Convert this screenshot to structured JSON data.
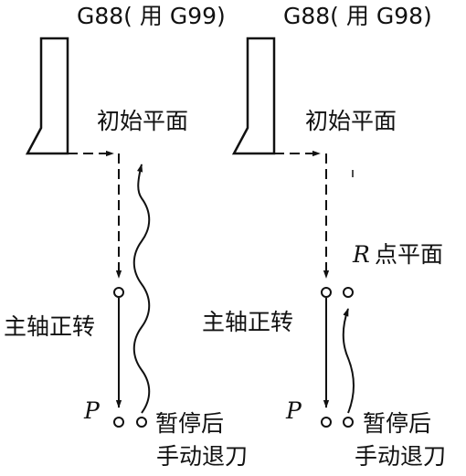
{
  "left_cycle": {
    "heading": "G88( 用 G99)",
    "initial_plane": "初始平面",
    "spindle_cw": "主轴正转",
    "point_p": "P",
    "after_dwell": "暂停后",
    "manual_retract": "手动退刀"
  },
  "right_cycle": {
    "heading": "G88( 用 G98)",
    "initial_plane": "初始平面",
    "r_letter": "R",
    "r_plane": "点平面",
    "spindle_cw": "主轴正转",
    "point_p": "P",
    "after_dwell": "暂停后",
    "manual_retract": "手动退刀"
  }
}
